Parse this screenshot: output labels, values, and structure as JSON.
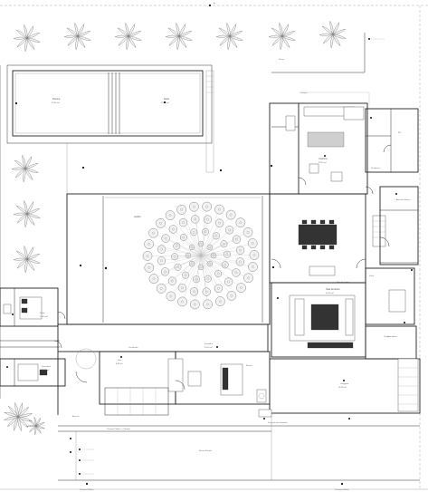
{
  "plan": {
    "labels": {
      "top_mark": "A",
      "pool": "Piscina",
      "pool_area": "20,40 m²",
      "deck": "Deck",
      "deck_area": "12,60 m²",
      "garden": "Jardim",
      "terrace_top": "Terraço",
      "kitchen": "Cozinha",
      "kitchen_area": "18,20 m²",
      "service": "Área de Serviço",
      "pantry": "Despensa",
      "bath_service": "WC",
      "dining": "Sala de Jantar",
      "living": "Sala de Estar",
      "living_area": "42,30 m²",
      "suite": "Suíte",
      "suite_area": "16,40 m²",
      "bedroom": "Dormitório",
      "bedroom_area": "11,20 m²",
      "hall": "Hall",
      "hall_area": "8,40 m²",
      "office": "Escritório",
      "office_area": "10,10 m²",
      "bath": "Banho",
      "closet": "Closet",
      "garage": "Garagem",
      "garage_area": "36,00 m²",
      "laundry": "Lavanderia",
      "access": "Acesso",
      "corridor": "Circulação",
      "sidewalk_left": "Passeio Público",
      "sidewalk_right": "Passeio Público",
      "front_label": "Recuo Frontal",
      "lot_line": "Divisa",
      "street_note": "Passeio Público - Calçada",
      "side_note": "Projeção da cobertura"
    }
  }
}
